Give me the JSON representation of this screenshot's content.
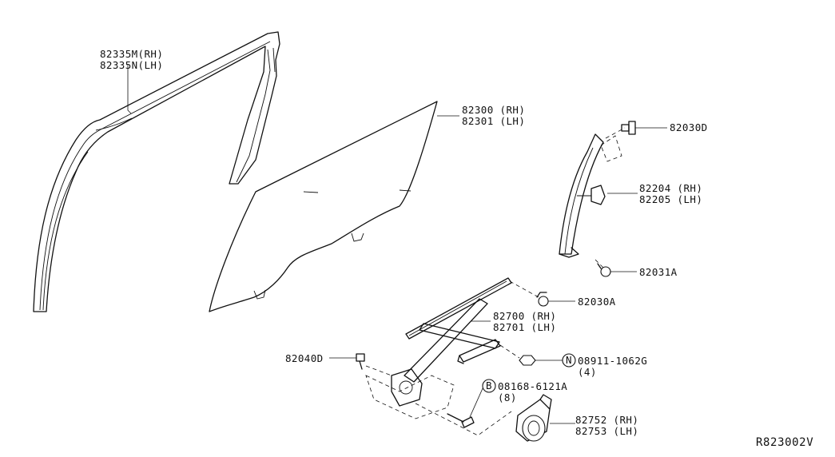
{
  "diagram": {
    "reference_code": "R823002V",
    "labels": {
      "sash_top": "82335M(RH)",
      "sash_bottom": "82335N(LH)",
      "glass_top": "82300 (RH)",
      "glass_bottom": "82301 (LH)",
      "screw_82030D": "82030D",
      "partition_top": "82204 (RH)",
      "partition_bottom": "82205 (LH)",
      "screw_82031A": "82031A",
      "bolt_82030A": "82030A",
      "regulator_top": "82700 (RH)",
      "regulator_bottom": "82701 (LH)",
      "bolt_82040D": "82040D",
      "nut_part": "08911-1062G",
      "nut_qty": "(4)",
      "nut_symbol": "N",
      "bolt_part": "08168-6121A",
      "bolt_qty": "(8)",
      "bolt_symbol": "B",
      "motor_top": "82752 (RH)",
      "motor_bottom": "82753 (LH)"
    }
  }
}
